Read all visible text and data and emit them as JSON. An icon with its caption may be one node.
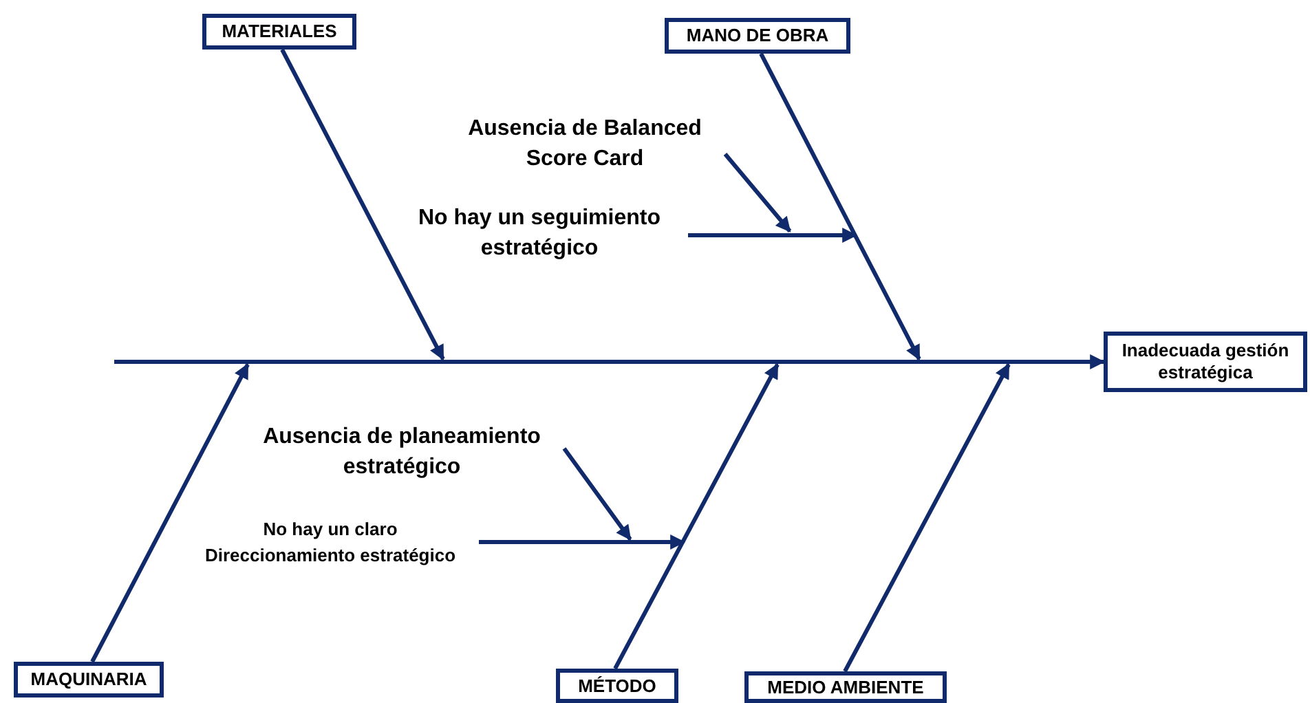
{
  "diagram": {
    "nodes": [
      {
        "text": [
          "MATERIALES"
        ]
      },
      {
        "text": [
          "MANO DE OBRA"
        ]
      },
      {
        "text": [
          "Inadecuada gestión estratégica"
        ]
      },
      {
        "text": [
          "MAQUINARIA"
        ]
      },
      {
        "text": [
          "MÉTODO"
        ]
      },
      {
        "text": [
          "MEDIO AMBIENTE"
        ]
      },
      {
        "text": [
          "Ausencia de Balanced Score Card"
        ]
      },
      {
        "text": [
          "No hay un seguimiento estratégico"
        ]
      },
      {
        "text": [
          "Ausencia de planeamiento estratégico"
        ]
      },
      {
        "text": [
          "No hay un claro Direccionamiento estratégico"
        ]
      }
    ],
    "edges": [
      {
        "from": null,
        "to": 2,
        "arrow": "to"
      },
      {
        "from": 0,
        "to": null,
        "arrow": "to"
      },
      {
        "from": 1,
        "to": null,
        "arrow": "to"
      },
      {
        "from": 3,
        "to": null,
        "arrow": "to"
      },
      {
        "from": 4,
        "to": null,
        "arrow": "to"
      },
      {
        "from": 5,
        "to": null,
        "arrow": "to"
      },
      {
        "from": 6,
        "to": null,
        "arrow": "to"
      },
      {
        "from": 7,
        "to": null,
        "arrow": "to"
      },
      {
        "from": 8,
        "to": null,
        "arrow": "to"
      },
      {
        "from": 9,
        "to": null,
        "arrow": "to"
      }
    ]
  }
}
